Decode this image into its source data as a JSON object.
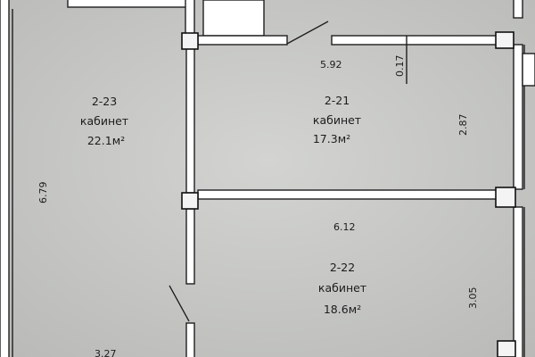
{
  "rooms": [
    {
      "id": "2-23",
      "name": "кабинет",
      "area": "22.1м²"
    },
    {
      "id": "2-21",
      "name": "кабинет",
      "area": "17.3м²"
    },
    {
      "id": "2-22",
      "name": "кабинет",
      "area": "18.6м²"
    }
  ],
  "dimensions": {
    "room_2_21_width": "5.92",
    "door_offset": "0.17",
    "room_2_21_depth": "2.87",
    "room_2_23_depth": "6.79",
    "corridor_width": "6.12",
    "room_2_22_depth": "3.05",
    "room_2_23_width": "3.27"
  },
  "colors": {
    "paper": "#c9cac8",
    "wall_fill": "#ffffff",
    "line": "#1e1e1e"
  }
}
